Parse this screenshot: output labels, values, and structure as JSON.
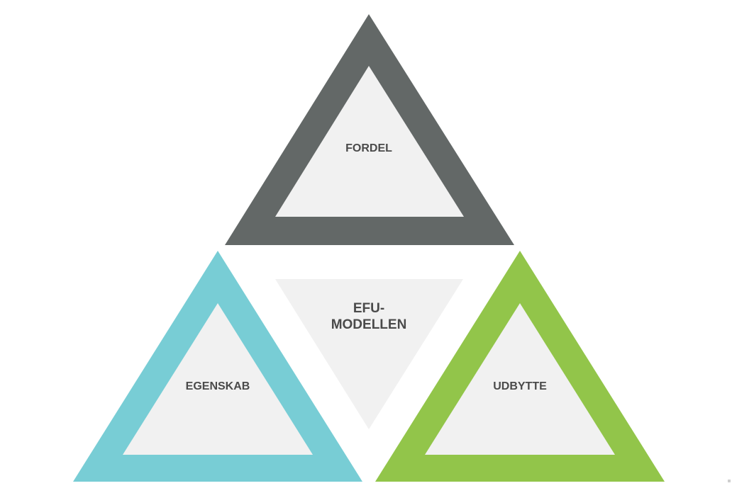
{
  "diagram": {
    "center": {
      "line1": "EFU-",
      "line2": "MODELLEN"
    },
    "top": {
      "label": "FORDEL",
      "color": "#636867"
    },
    "left": {
      "label": "EGENSKAB",
      "color": "#78CDD5"
    },
    "right": {
      "label": "UDBYTTE",
      "color": "#92C54A"
    },
    "fill_color": "#F1F1F1"
  }
}
